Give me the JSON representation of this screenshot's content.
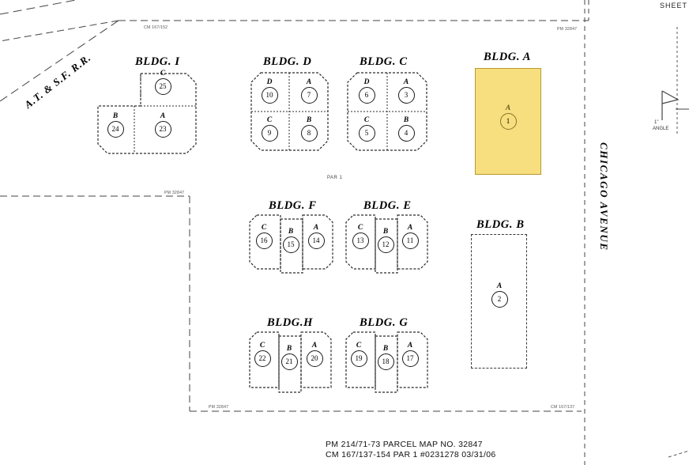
{
  "map": {
    "sheet_label": "SHEET",
    "street_name": "CHICAGO AVENUE",
    "railroad_label": "A.T. & S.F.  R.R.",
    "par_label": "PAR 1",
    "legend_scale": "1\"",
    "legend_note": "ANGLE",
    "footer_line1": "PM 214/71-73 PARCEL MAP NO. 32847",
    "footer_line2": "CM 167/137-154 PAR 1 #0231278 03/31/06",
    "survey_notes": [
      {
        "id": "note-top-left",
        "text": "CM 167/152"
      },
      {
        "id": "note-top-right",
        "text": "PM 32847"
      },
      {
        "id": "note-mid-left",
        "text": "PM 32847"
      },
      {
        "id": "note-bottom-left",
        "text": "PM 32847"
      },
      {
        "id": "note-bottom-right",
        "text": "CM 167/137"
      }
    ],
    "highlight_color": "#F7DE7E",
    "highlight_border": "#B99A2E"
  },
  "buildings": [
    {
      "name": "BLDG. I",
      "highlighted": false,
      "units": [
        {
          "letter": "C",
          "number": "25"
        },
        {
          "letter": "B",
          "number": "24"
        },
        {
          "letter": "A",
          "number": "23"
        }
      ]
    },
    {
      "name": "BLDG. D",
      "highlighted": false,
      "units": [
        {
          "letter": "D",
          "number": "10"
        },
        {
          "letter": "A",
          "number": "7"
        },
        {
          "letter": "C",
          "number": "9"
        },
        {
          "letter": "B",
          "number": "8"
        }
      ]
    },
    {
      "name": "BLDG. C",
      "highlighted": false,
      "units": [
        {
          "letter": "D",
          "number": "6"
        },
        {
          "letter": "A",
          "number": "3"
        },
        {
          "letter": "C",
          "number": "5"
        },
        {
          "letter": "B",
          "number": "4"
        }
      ]
    },
    {
      "name": "BLDG. A",
      "highlighted": true,
      "units": [
        {
          "letter": "A",
          "number": "1"
        }
      ]
    },
    {
      "name": "BLDG. F",
      "highlighted": false,
      "units": [
        {
          "letter": "C",
          "number": "16"
        },
        {
          "letter": "B",
          "number": "15"
        },
        {
          "letter": "A",
          "number": "14"
        }
      ]
    },
    {
      "name": "BLDG. E",
      "highlighted": false,
      "units": [
        {
          "letter": "C",
          "number": "13"
        },
        {
          "letter": "B",
          "number": "12"
        },
        {
          "letter": "A",
          "number": "11"
        }
      ]
    },
    {
      "name": "BLDG. B",
      "highlighted": false,
      "units": [
        {
          "letter": "A",
          "number": "2"
        }
      ]
    },
    {
      "name": "BLDG.H",
      "highlighted": false,
      "units": [
        {
          "letter": "C",
          "number": "22"
        },
        {
          "letter": "B",
          "number": "21"
        },
        {
          "letter": "A",
          "number": "20"
        }
      ]
    },
    {
      "name": "BLDG. G",
      "highlighted": false,
      "units": [
        {
          "letter": "C",
          "number": "19"
        },
        {
          "letter": "B",
          "number": "18"
        },
        {
          "letter": "A",
          "number": "17"
        }
      ]
    }
  ]
}
